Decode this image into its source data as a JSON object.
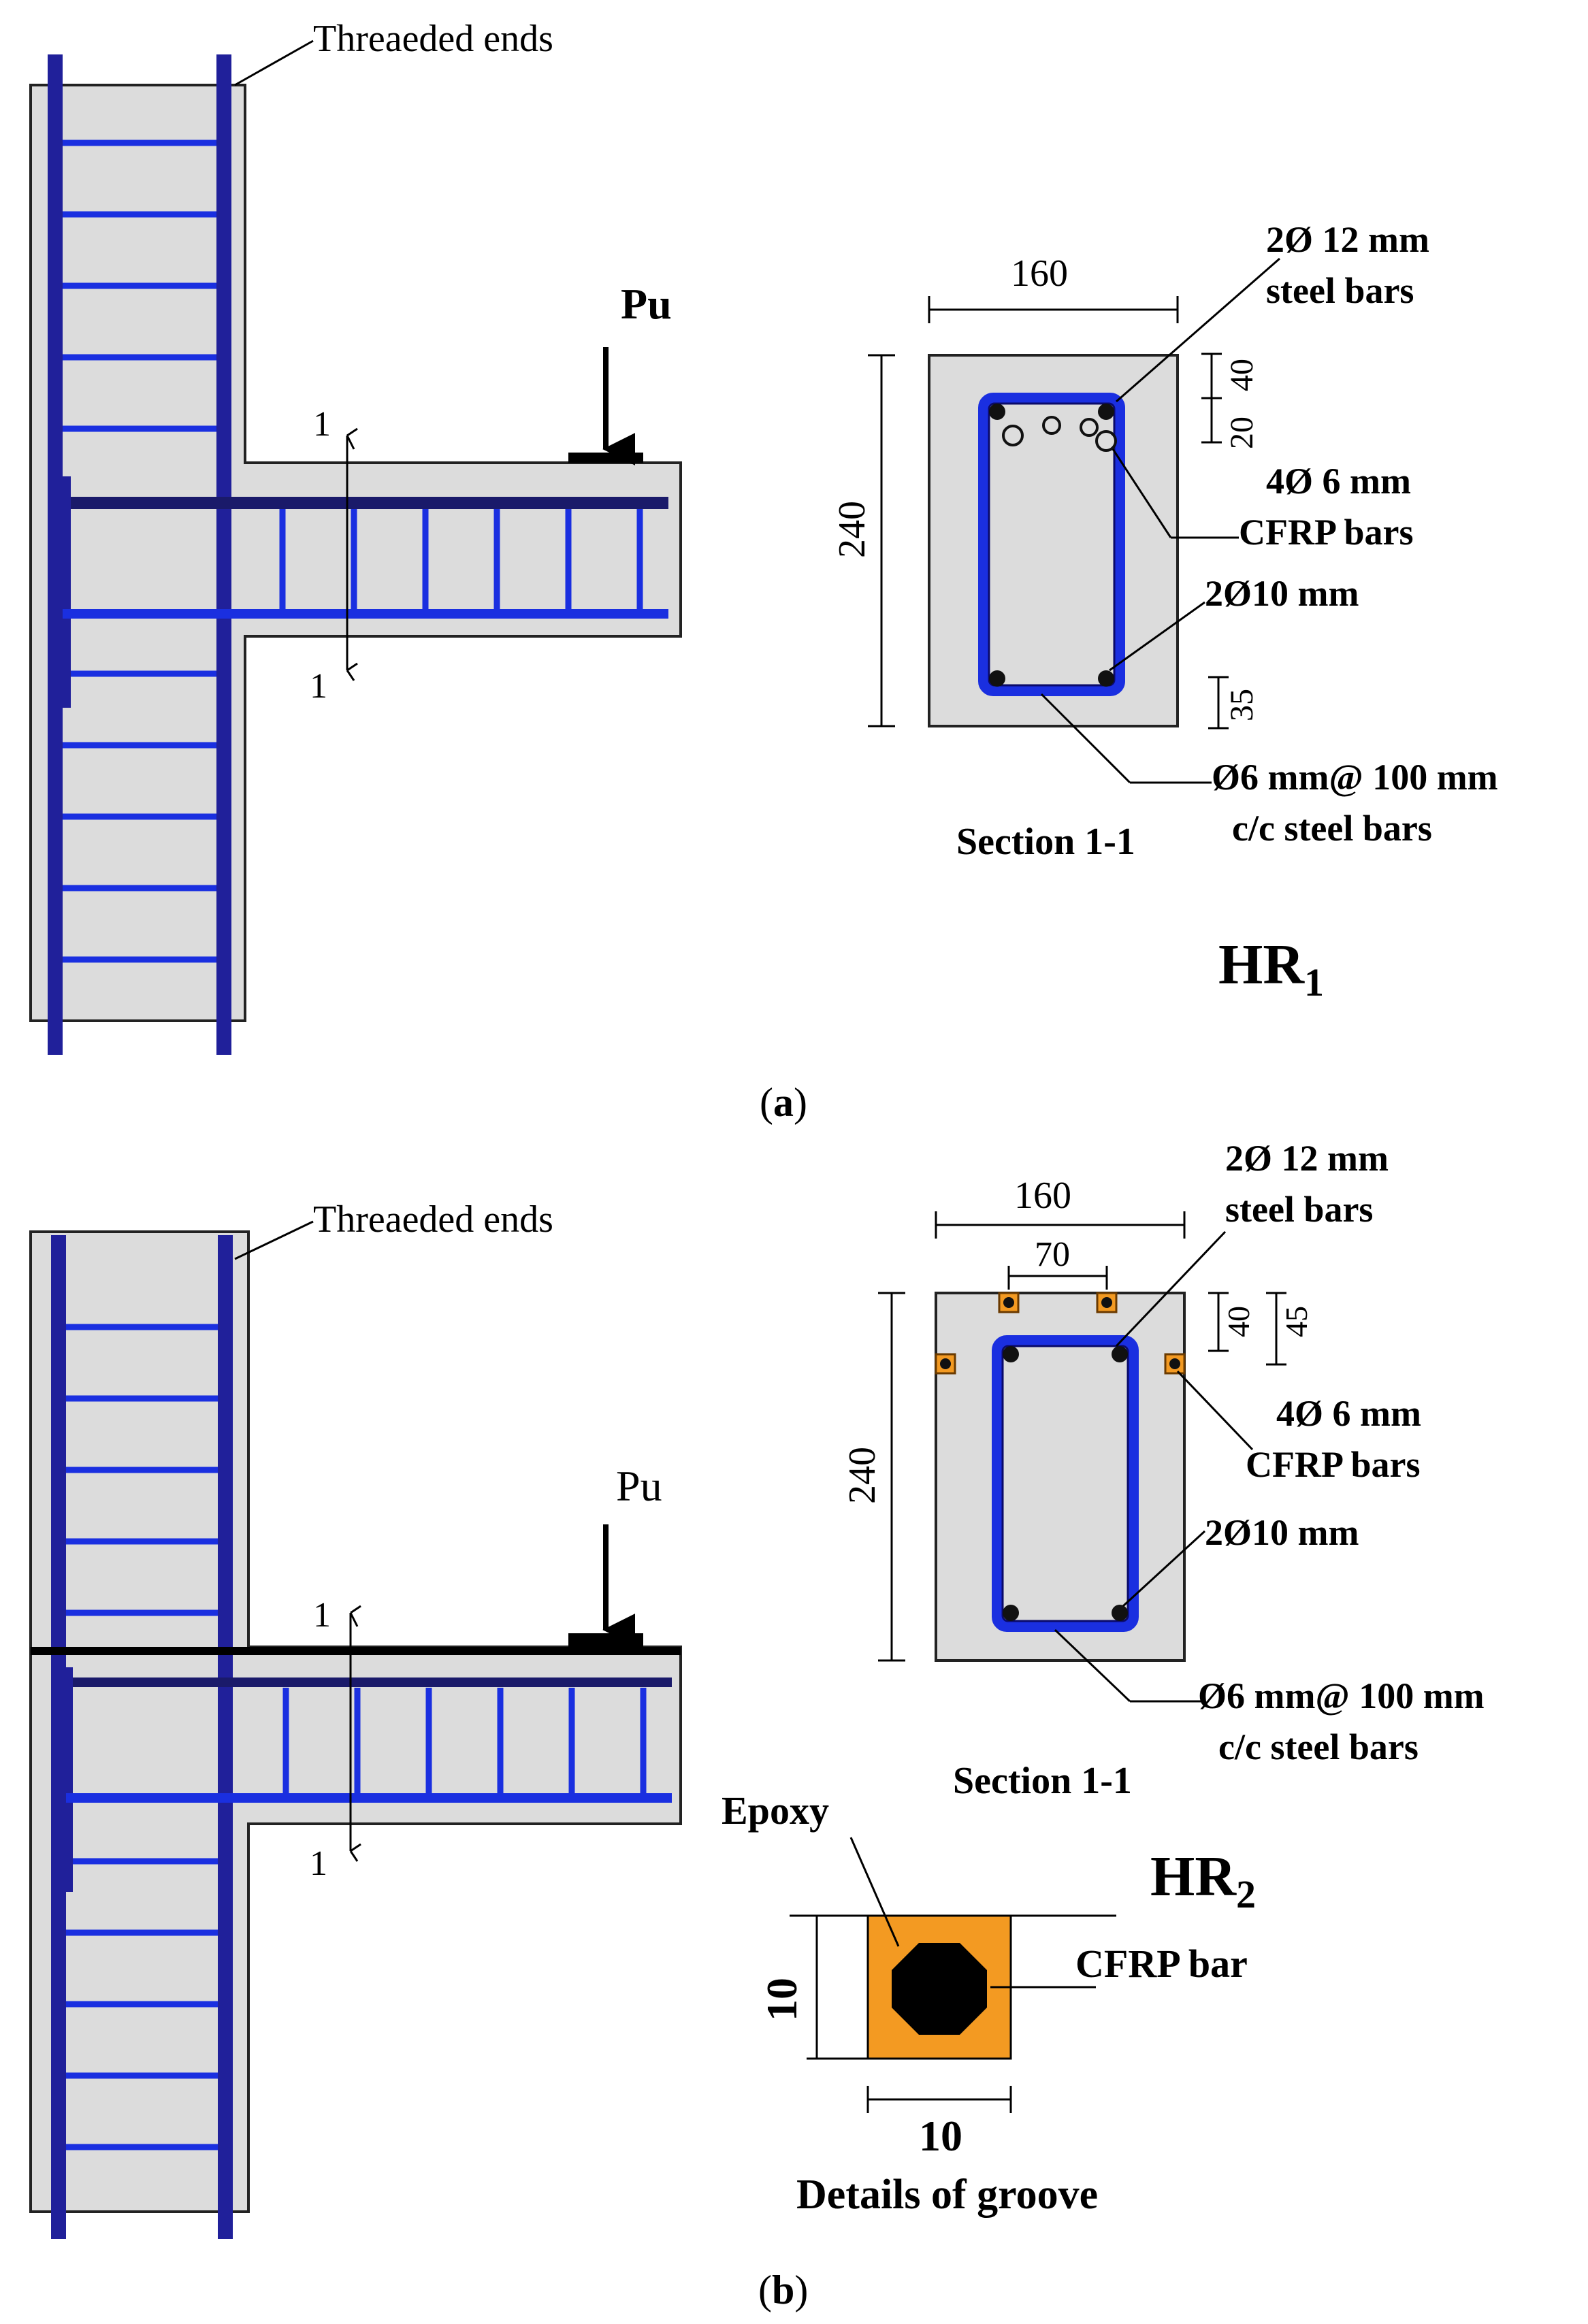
{
  "colors": {
    "concrete": "#dcdcdc",
    "steel_blue": "#1a2fe0",
    "steel_dark": "#20209a",
    "black": "#000000",
    "epoxy": "#f39a22"
  },
  "panel_a": {
    "caption_letter": "a",
    "threaded_ends": "Threaeded ends",
    "load": "Pu",
    "section_mark": "1",
    "dim_width": "160",
    "dim_height": "240",
    "dim_top_a": "40",
    "dim_top_b": "20",
    "dim_bottom": "35",
    "top_bars": "2Ø 12 mm",
    "top_bars_2": "steel bars",
    "cfrp": "4Ø 6 mm",
    "cfrp_2": "CFRP bars",
    "bottom_bars": "2Ø10 mm",
    "stirrups": "Ø6 mm@ 100 mm",
    "stirrups_2": "c/c steel bars",
    "section_title": "Section 1-1",
    "specimen": "HR",
    "specimen_sub": "1"
  },
  "panel_b": {
    "caption_letter": "b",
    "threaded_ends": "Threaeded ends",
    "load": "Pu",
    "section_mark": "1",
    "dim_width": "160",
    "dim_spacing": "70",
    "dim_height": "240",
    "dim_top_a": "40",
    "dim_top_b": "45",
    "top_bars": "2Ø 12 mm",
    "top_bars_2": "steel bars",
    "cfrp": "4Ø 6 mm",
    "cfrp_2": "CFRP bars",
    "bottom_bars": "2Ø10 mm",
    "stirrups": "Ø6 mm@ 100 mm",
    "stirrups_2": "c/c steel bars",
    "section_title": "Section 1-1",
    "specimen": "HR",
    "specimen_sub": "2",
    "groove": {
      "epoxy": "Epoxy",
      "cfrp_bar": "CFRP bar",
      "dim_h": "10",
      "dim_w": "10",
      "title": "Details of groove"
    }
  }
}
